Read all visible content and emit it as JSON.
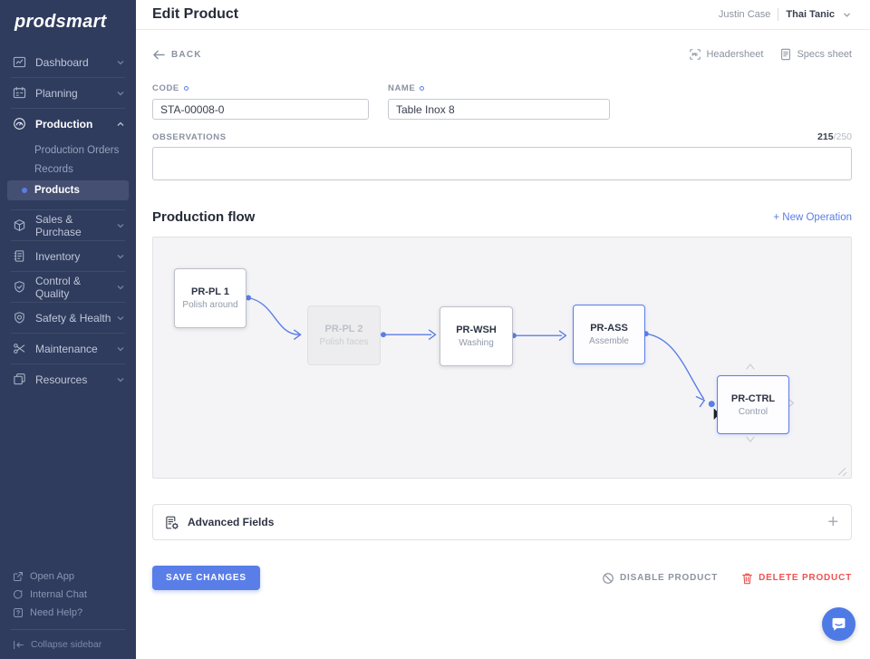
{
  "app": {
    "logo": "prodsmart"
  },
  "sidebar": {
    "items": [
      {
        "label": "Dashboard",
        "icon": "dashboard-icon"
      },
      {
        "label": "Planning",
        "icon": "calendar-icon"
      },
      {
        "label": "Production",
        "icon": "gauge-icon",
        "expanded": true,
        "children": [
          "Production Orders",
          "Records",
          "Products"
        ],
        "active_child": "Products"
      },
      {
        "label": "Sales & Purchase",
        "icon": "package-icon"
      },
      {
        "label": "Inventory",
        "icon": "clipboard-icon"
      },
      {
        "label": "Control & Quality",
        "icon": "shield-check-icon"
      },
      {
        "label": "Safety & Health",
        "icon": "shield-badge-icon"
      },
      {
        "label": "Maintenance",
        "icon": "tools-icon"
      },
      {
        "label": "Resources",
        "icon": "folders-icon"
      }
    ],
    "footer": [
      "Open App",
      "Internal Chat",
      "Need Help?"
    ],
    "collapse": "Collapse sidebar"
  },
  "header": {
    "title": "Edit Product",
    "user": "Justin Case",
    "company": "Thai Tanic"
  },
  "toolbar": {
    "back": "BACK",
    "headersheet": "Headersheet",
    "specs_sheet": "Specs sheet"
  },
  "form": {
    "code": {
      "label": "CODE",
      "value": "STA-00008-0"
    },
    "name": {
      "label": "NAME",
      "value": "Table Inox 8"
    },
    "observations": {
      "label": "OBSERVATIONS",
      "value": "",
      "count": "215",
      "max": "/250"
    }
  },
  "flow": {
    "title": "Production flow",
    "new_operation": "+ New Operation",
    "nodes": [
      {
        "code": "PR-PL 1",
        "name": "Polish around",
        "state": "normal"
      },
      {
        "code": "PR-PL 2",
        "name": "Polish faces",
        "state": "faded"
      },
      {
        "code": "PR-WSH",
        "name": "Washing",
        "state": "normal"
      },
      {
        "code": "PR-ASS",
        "name": "Assemble",
        "state": "selected"
      },
      {
        "code": "PR-CTRL",
        "name": "Control",
        "state": "selected"
      }
    ],
    "edges": [
      {
        "from": "PR-PL 1",
        "to": "PR-PL 2"
      },
      {
        "from": "PR-PL 2",
        "to": "PR-WSH"
      },
      {
        "from": "PR-WSH",
        "to": "PR-ASS"
      },
      {
        "from": "PR-ASS",
        "to": "PR-CTRL"
      }
    ]
  },
  "advanced": {
    "label": "Advanced Fields",
    "expand_symbol": "+"
  },
  "actions": {
    "save": "SAVE CHANGES",
    "disable": "DISABLE PRODUCT",
    "delete": "DELETE PRODUCT"
  },
  "colors": {
    "accent": "#5b7de6",
    "danger": "#ee5350",
    "sidebar_bg": "#303c5e"
  }
}
